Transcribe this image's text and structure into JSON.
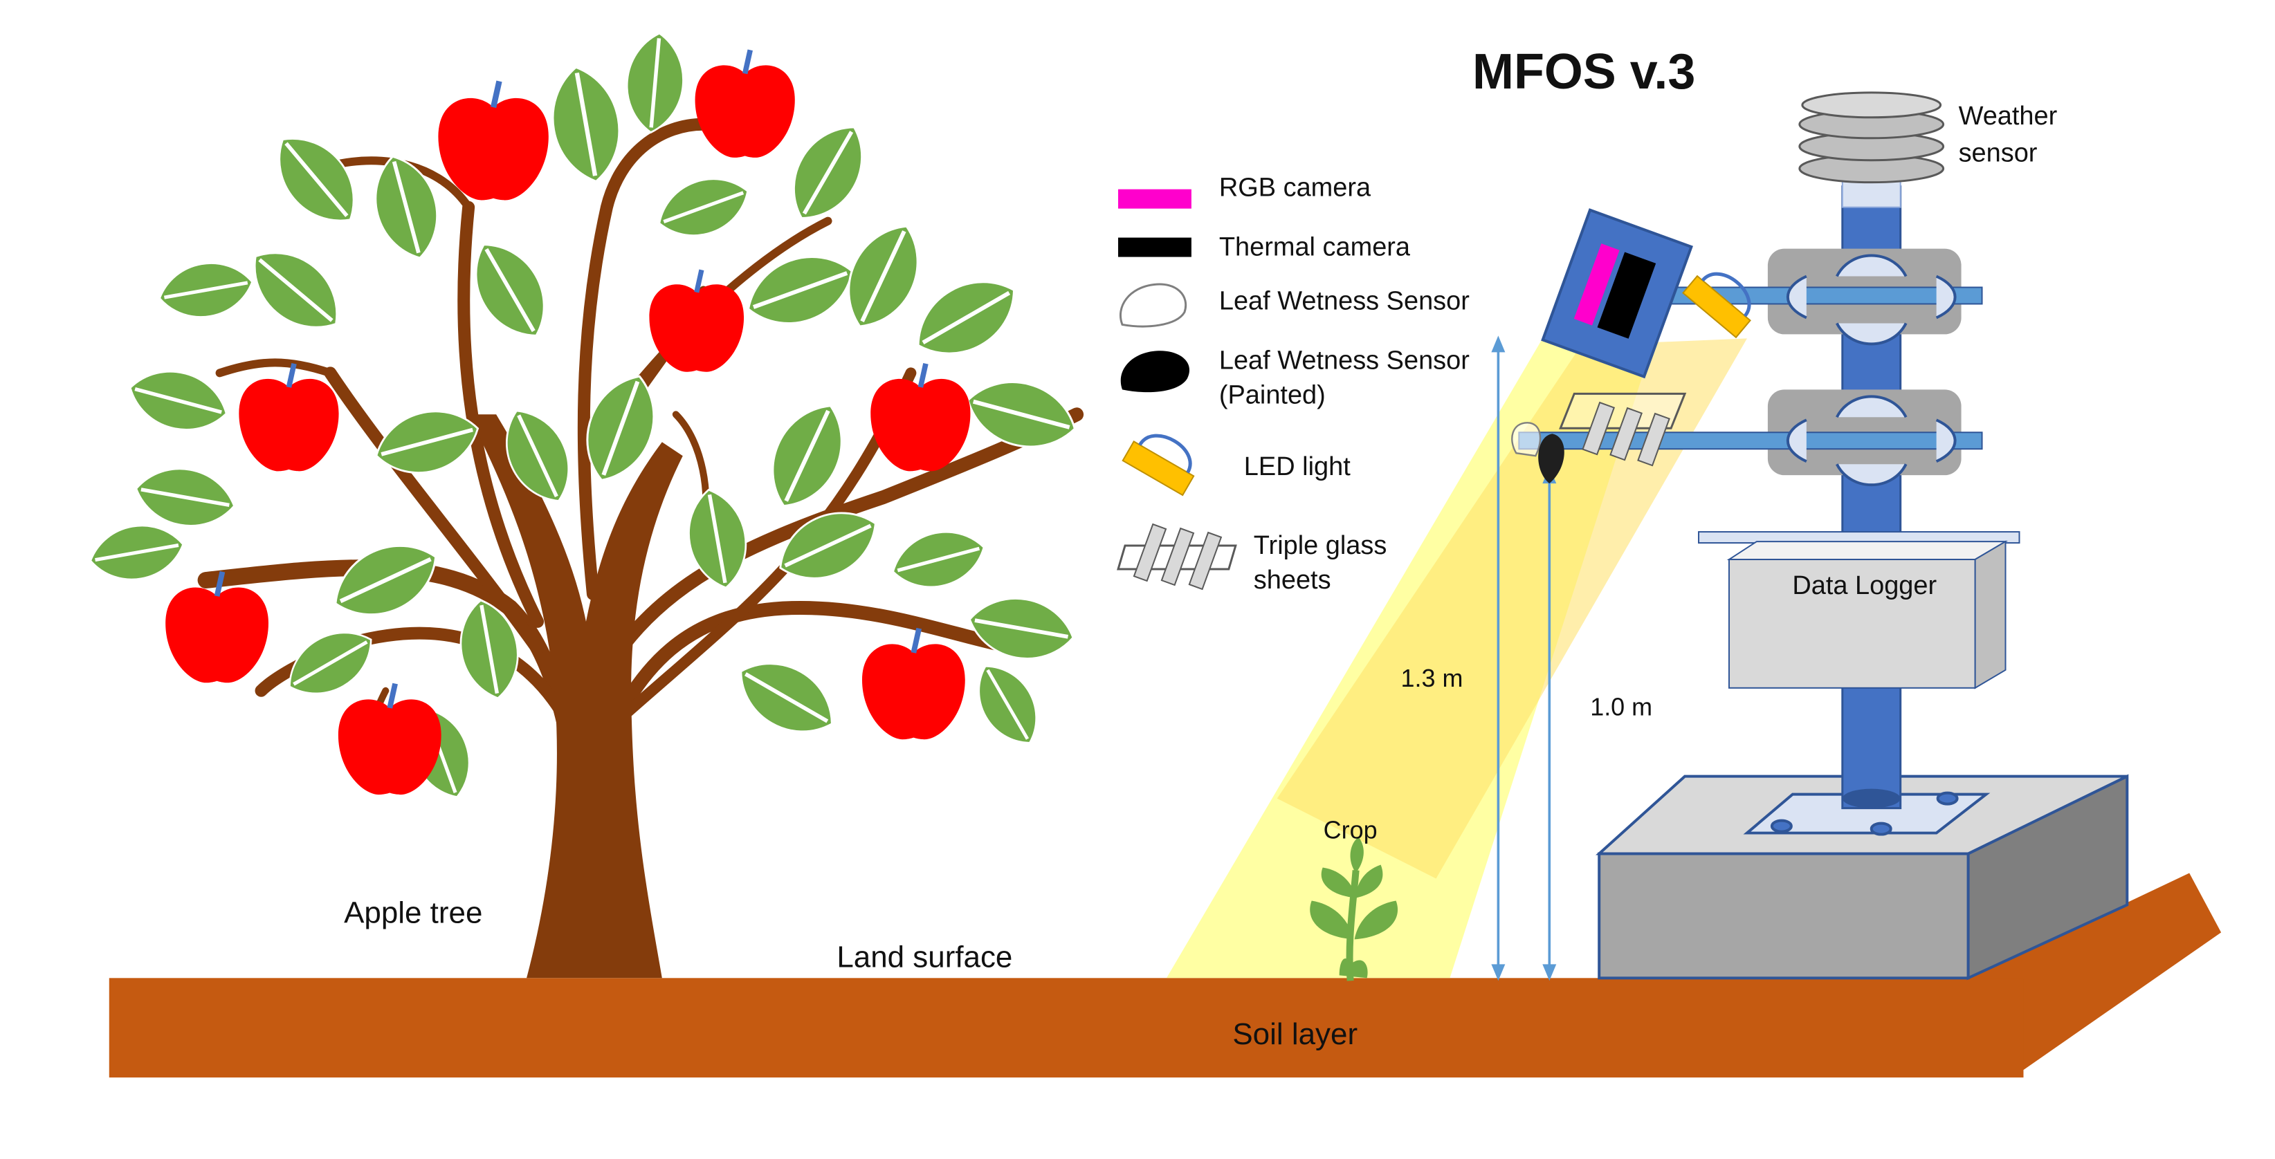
{
  "title": "MFOS v.3",
  "legend": {
    "items": [
      {
        "label": "RGB camera",
        "icon": "magenta-bar-icon"
      },
      {
        "label": "Thermal camera",
        "icon": "black-bar-icon"
      },
      {
        "label": "Leaf Wetness Sensor",
        "icon": "outline-leaf-icon"
      },
      {
        "label": "Leaf Wetness Sensor",
        "label2": "(Painted)",
        "icon": "black-leaf-icon"
      },
      {
        "label": "LED light",
        "icon": "led-light-icon"
      },
      {
        "label": "Triple glass",
        "label2": "sheets",
        "icon": "triple-glass-icon"
      }
    ]
  },
  "labels": {
    "weather_sensor_line1": "Weather",
    "weather_sensor_line2": "sensor",
    "data_logger": "Data Logger",
    "height_camera": "1.3 m",
    "height_sensor": "1.0 m",
    "crop": "Crop",
    "apple_tree": "Apple tree",
    "land_surface": "Land surface",
    "soil_layer": "Soil layer"
  },
  "colors": {
    "rgb_camera": "#ff00cc",
    "thermal_camera": "#000000",
    "soil": "#c55a11",
    "trunk": "#843c0c",
    "leaf": "#70ad47",
    "apple": "#ff0000",
    "pole": "#4472c4",
    "camera_body": "#4472c4",
    "led": "#ffc000",
    "view_field": "#ffff66",
    "base": "#a6a6a6"
  }
}
